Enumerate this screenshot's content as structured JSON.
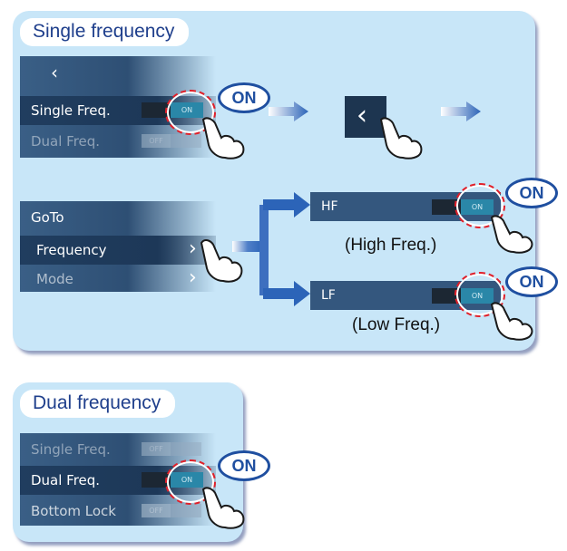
{
  "single_panel": {
    "title": "Single frequency",
    "top_menu": {
      "back_icon": "chevron-left-icon",
      "rows": [
        {
          "label": "Single Freq.",
          "toggle": "ON"
        },
        {
          "label": "Dual Freq.",
          "toggle": "OFF"
        }
      ]
    },
    "callout_on": "ON",
    "goto_menu": {
      "header": "GoTo",
      "rows": [
        {
          "label": "Frequency"
        },
        {
          "label": "Mode"
        }
      ]
    },
    "hf": {
      "label": "HF",
      "toggle": "ON",
      "note": "(High Freq.)",
      "callout": "ON"
    },
    "lf": {
      "label": "LF",
      "toggle": "ON",
      "note": "(Low Freq.)",
      "callout": "ON"
    }
  },
  "dual_panel": {
    "title": "Dual frequency",
    "rows": [
      {
        "label": "Single Freq.",
        "toggle": "OFF"
      },
      {
        "label": "Dual Freq.",
        "toggle": "ON"
      },
      {
        "label": "Bottom Lock",
        "toggle": "OFF"
      }
    ],
    "callout_on": "ON"
  },
  "colors": {
    "panel_bg": "#c8e6f8",
    "title_text": "#1f3f8c",
    "callout_ring": "#e0202a",
    "arrow": "#2c64b8"
  }
}
